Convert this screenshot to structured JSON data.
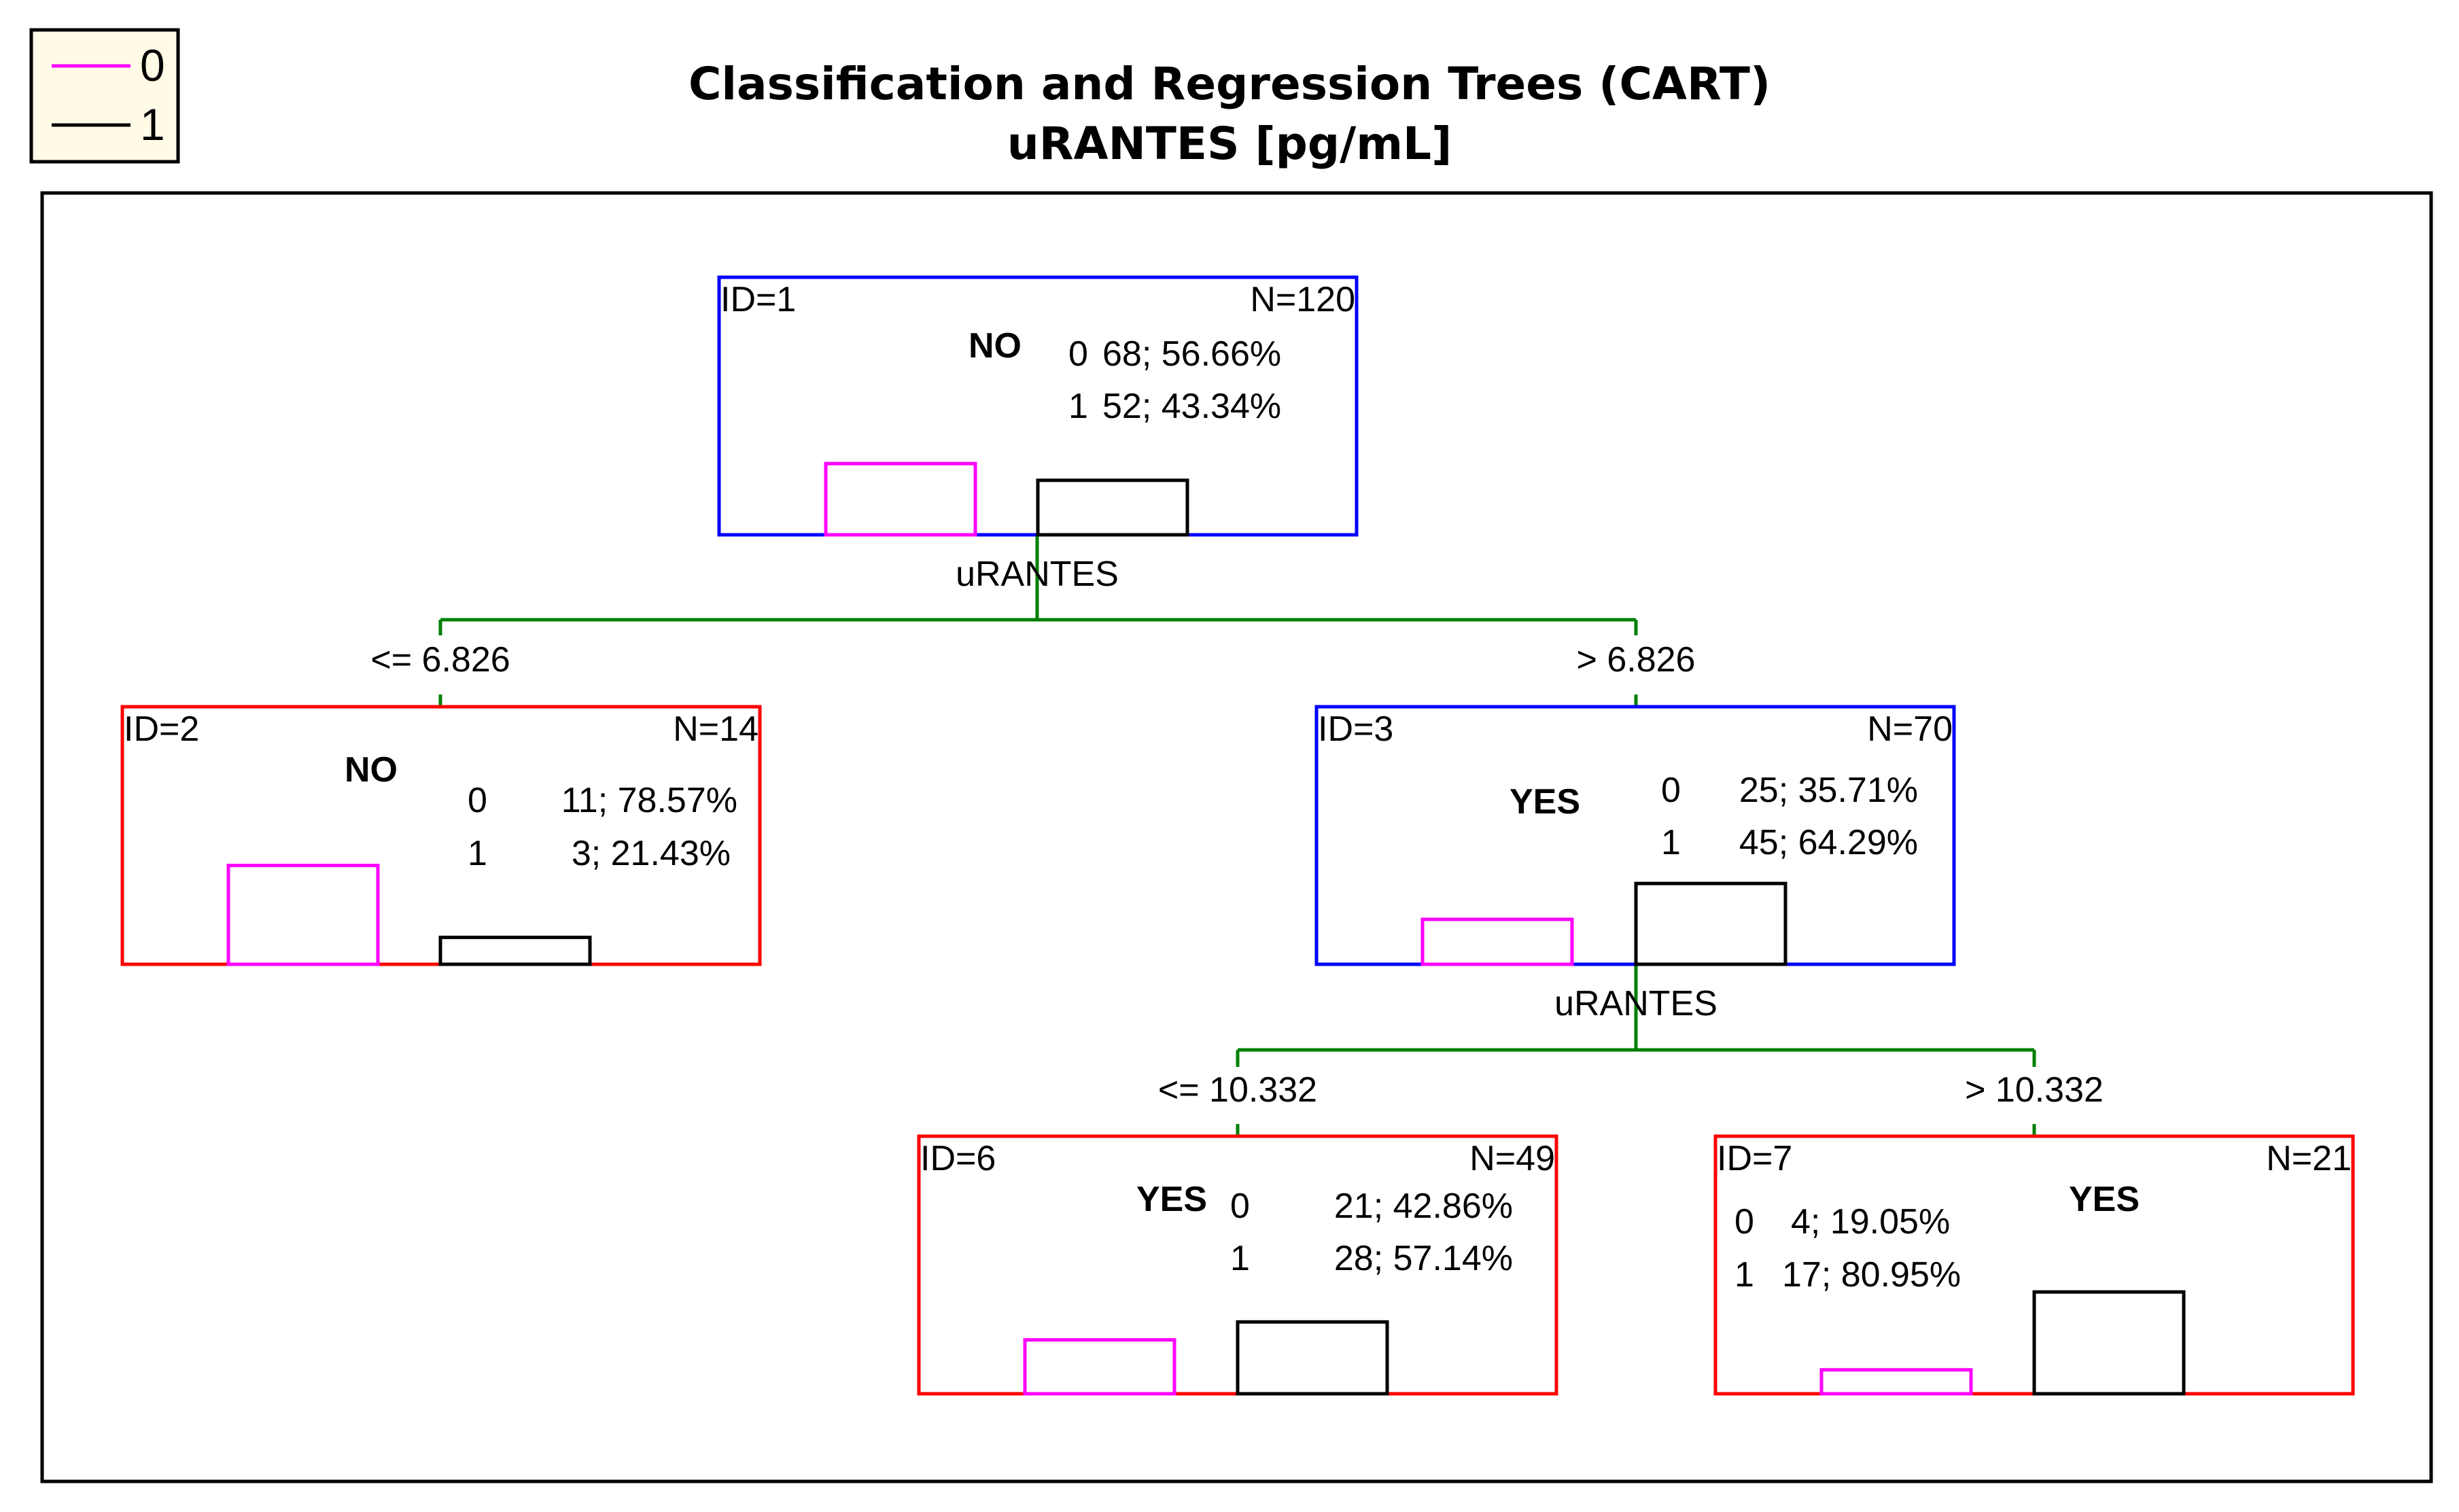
{
  "title": "Classification and Regression Trees (CART)",
  "subtitle": "uRANTES [pg/mL]",
  "legend": [
    {
      "label": "0",
      "color": "#ff00ff"
    },
    {
      "label": "1",
      "color": "#000000"
    }
  ],
  "colors": {
    "terminal_border": "#ff0000",
    "split_border": "#0000ff",
    "connector": "#008000",
    "class_0": "#ff00ff",
    "class_1": "#000000"
  },
  "nodes": {
    "n1": {
      "id": "ID=1",
      "n": "N=120",
      "verdict": "NO",
      "row0": {
        "cls": "0",
        "text": "68;  56.66%"
      },
      "row1": {
        "cls": "1",
        "text": "52;  43.34%"
      },
      "share0": 56.66,
      "share1": 43.34,
      "terminal": false
    },
    "n2": {
      "id": "ID=2",
      "n": "N=14",
      "verdict": "NO",
      "row0": {
        "cls": "0",
        "text": "11;  78.57%"
      },
      "row1": {
        "cls": "1",
        "text": "3;  21.43%"
      },
      "share0": 78.57,
      "share1": 21.43,
      "terminal": true
    },
    "n3": {
      "id": "ID=3",
      "n": "N=70",
      "verdict": "YES",
      "row0": {
        "cls": "0",
        "text": "25;  35.71%"
      },
      "row1": {
        "cls": "1",
        "text": "45;  64.29%"
      },
      "share0": 35.71,
      "share1": 64.29,
      "terminal": false
    },
    "n6": {
      "id": "ID=6",
      "n": "N=49",
      "verdict": "YES",
      "row0": {
        "cls": "0",
        "text": "21;  42.86%"
      },
      "row1": {
        "cls": "1",
        "text": "28;  57.14%"
      },
      "share0": 42.86,
      "share1": 57.14,
      "terminal": true
    },
    "n7": {
      "id": "ID=7",
      "n": "N=21",
      "verdict": "YES",
      "row0": {
        "cls": "0",
        "text": "4;  19.05%"
      },
      "row1": {
        "cls": "1",
        "text": "17;  80.95%"
      },
      "share0": 19.05,
      "share1": 80.95,
      "terminal": true
    }
  },
  "splits": {
    "s1": {
      "variable": "uRANTES",
      "left": "<= 6.826",
      "right": "> 6.826"
    },
    "s2": {
      "variable": "uRANTES",
      "left": "<= 10.332",
      "right": "> 10.332"
    }
  }
}
